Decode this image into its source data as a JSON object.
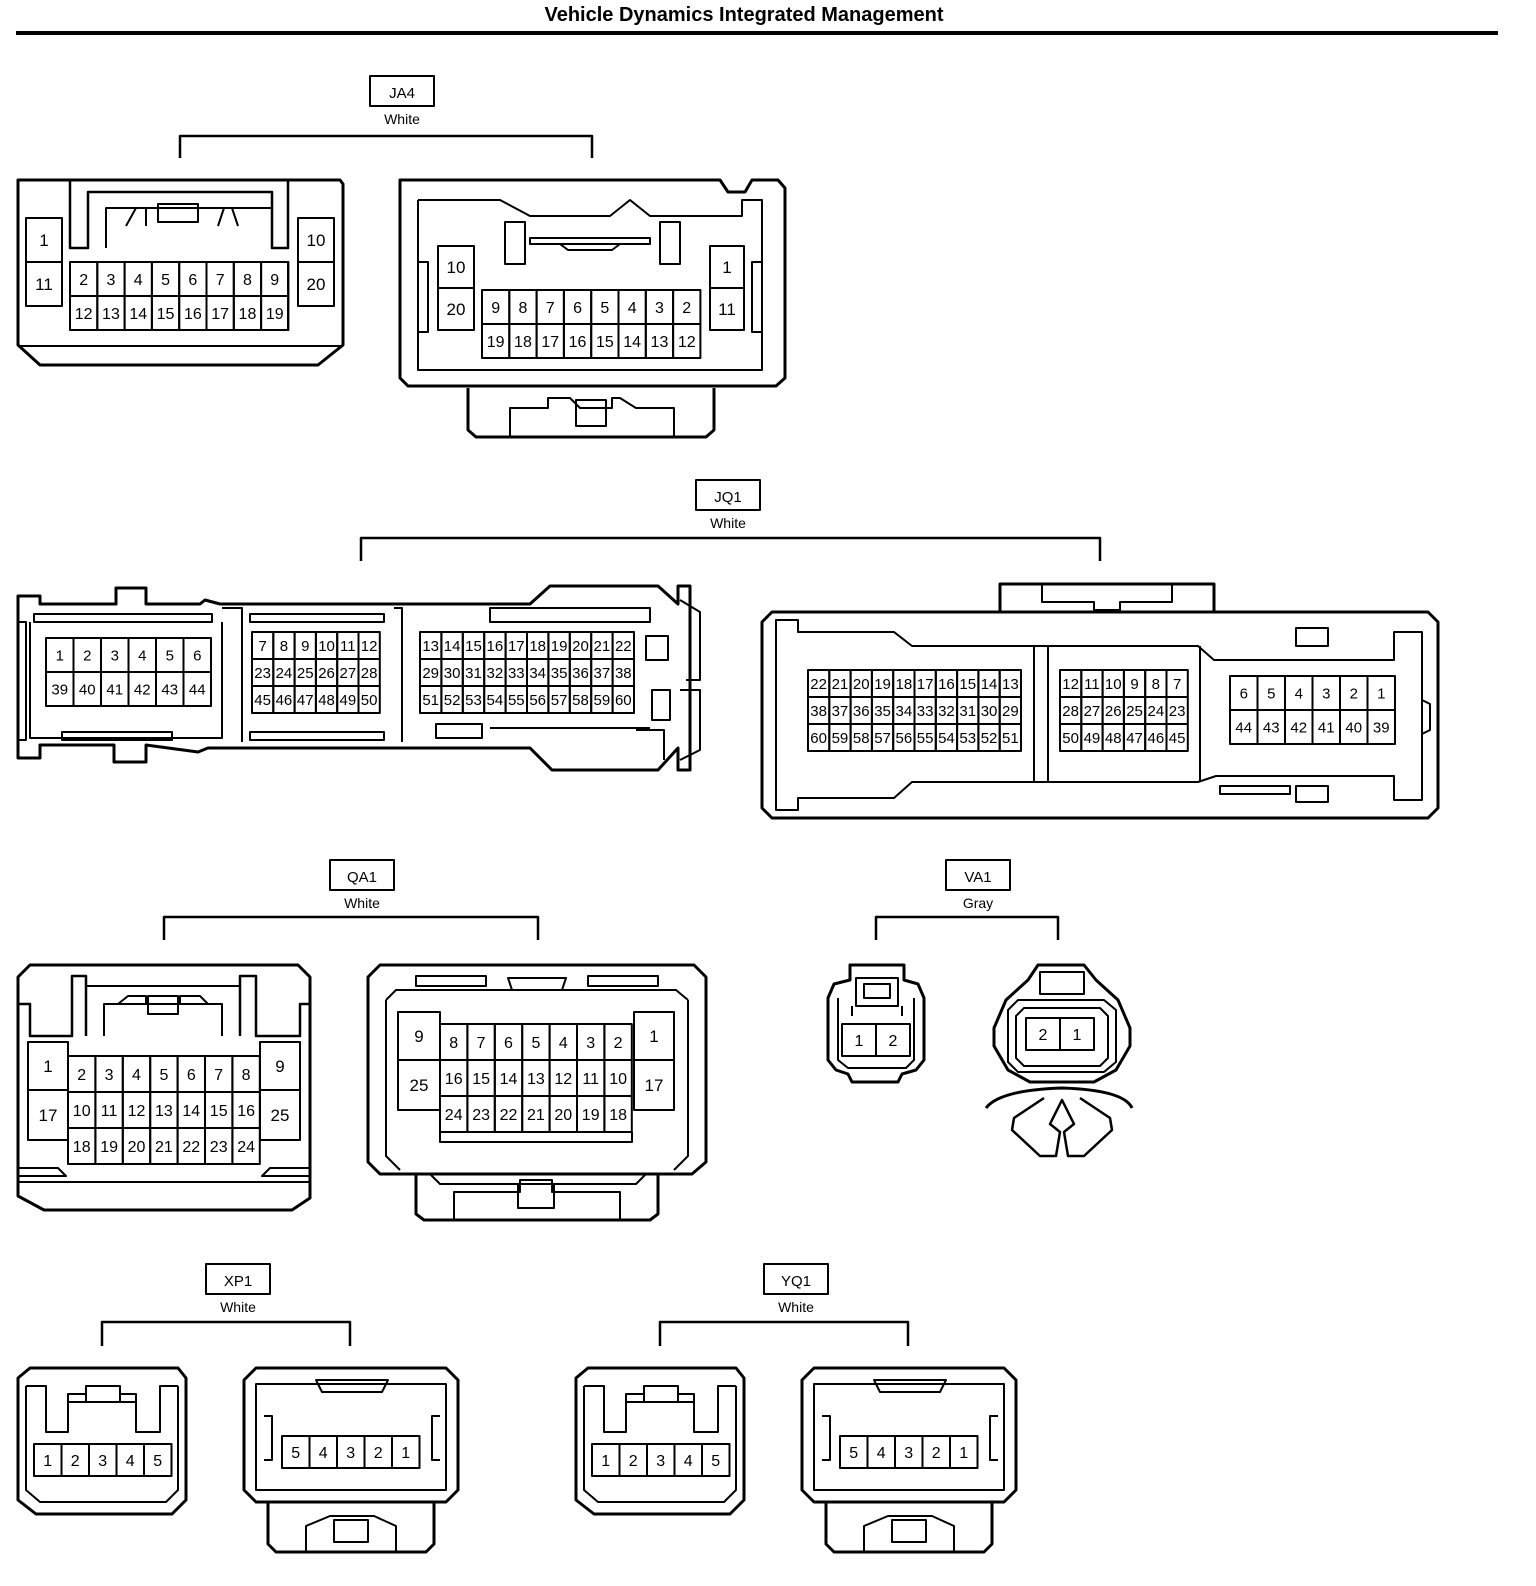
{
  "title": "Vehicle Dynamics Integrated Management",
  "connectors": [
    {
      "id": "JA4",
      "color": "White",
      "views": [
        {
          "rows": [
            [
              "1",
              "",
              "10"
            ],
            [
              "11",
              "",
              "20"
            ]
          ],
          "inner": [
            [
              "2",
              "3",
              "4",
              "5",
              "6",
              "7",
              "8",
              "9"
            ],
            [
              "12",
              "13",
              "14",
              "15",
              "16",
              "17",
              "18",
              "19"
            ]
          ]
        },
        {
          "rows": [
            [
              "10",
              "",
              "1"
            ],
            [
              "20",
              "",
              "11"
            ]
          ],
          "inner": [
            [
              "9",
              "8",
              "7",
              "6",
              "5",
              "4",
              "3",
              "2"
            ],
            [
              "19",
              "18",
              "17",
              "16",
              "15",
              "14",
              "13",
              "12"
            ]
          ]
        }
      ]
    },
    {
      "id": "JQ1",
      "color": "White",
      "views": [
        {
          "blocks": [
            [
              [
                "1",
                "2",
                "3",
                "4",
                "5",
                "6"
              ],
              [
                "39",
                "40",
                "41",
                "42",
                "43",
                "44"
              ]
            ],
            [
              [
                "7",
                "8",
                "9",
                "10",
                "11",
                "12"
              ],
              [
                "23",
                "24",
                "25",
                "26",
                "27",
                "28"
              ],
              [
                "45",
                "46",
                "47",
                "48",
                "49",
                "50"
              ]
            ],
            [
              [
                "13",
                "14",
                "15",
                "16",
                "17",
                "18",
                "19",
                "20",
                "21",
                "22"
              ],
              [
                "29",
                "30",
                "31",
                "32",
                "33",
                "34",
                "35",
                "36",
                "37",
                "38"
              ],
              [
                "51",
                "52",
                "53",
                "54",
                "55",
                "56",
                "57",
                "58",
                "59",
                "60"
              ]
            ]
          ]
        },
        {
          "blocks": [
            [
              [
                "22",
                "21",
                "20",
                "19",
                "18",
                "17",
                "16",
                "15",
                "14",
                "13"
              ],
              [
                "38",
                "37",
                "36",
                "35",
                "34",
                "33",
                "32",
                "31",
                "30",
                "29"
              ],
              [
                "60",
                "59",
                "58",
                "57",
                "56",
                "55",
                "54",
                "53",
                "52",
                "51"
              ]
            ],
            [
              [
                "12",
                "11",
                "10",
                "9",
                "8",
                "7"
              ],
              [
                "28",
                "27",
                "26",
                "25",
                "24",
                "23"
              ],
              [
                "50",
                "49",
                "48",
                "47",
                "46",
                "45"
              ]
            ],
            [
              [
                "6",
                "5",
                "4",
                "3",
                "2",
                "1"
              ],
              [
                "44",
                "43",
                "42",
                "41",
                "40",
                "39"
              ]
            ]
          ]
        }
      ]
    },
    {
      "id": "QA1",
      "color": "White",
      "views": [
        {
          "left": [
            "1",
            "17"
          ],
          "right": [
            "9",
            "25"
          ],
          "inner": [
            [
              "2",
              "3",
              "4",
              "5",
              "6",
              "7",
              "8"
            ],
            [
              "10",
              "11",
              "12",
              "13",
              "14",
              "15",
              "16"
            ],
            [
              "18",
              "19",
              "20",
              "21",
              "22",
              "23",
              "24"
            ]
          ]
        },
        {
          "left": [
            "9",
            "25"
          ],
          "right": [
            "1",
            "17"
          ],
          "inner": [
            [
              "8",
              "7",
              "6",
              "5",
              "4",
              "3",
              "2"
            ],
            [
              "16",
              "15",
              "14",
              "13",
              "12",
              "11",
              "10"
            ],
            [
              "24",
              "23",
              "22",
              "21",
              "20",
              "19",
              "18"
            ]
          ]
        }
      ]
    },
    {
      "id": "VA1",
      "color": "Gray",
      "views": [
        {
          "pins": [
            "1",
            "2"
          ]
        },
        {
          "pins": [
            "2",
            "1"
          ]
        }
      ]
    },
    {
      "id": "XP1",
      "color": "White",
      "views": [
        {
          "pins": [
            "1",
            "2",
            "3",
            "4",
            "5"
          ]
        },
        {
          "pins": [
            "5",
            "4",
            "3",
            "2",
            "1"
          ]
        }
      ]
    },
    {
      "id": "YQ1",
      "color": "White",
      "views": [
        {
          "pins": [
            "1",
            "2",
            "3",
            "4",
            "5"
          ]
        },
        {
          "pins": [
            "5",
            "4",
            "3",
            "2",
            "1"
          ]
        }
      ]
    }
  ]
}
